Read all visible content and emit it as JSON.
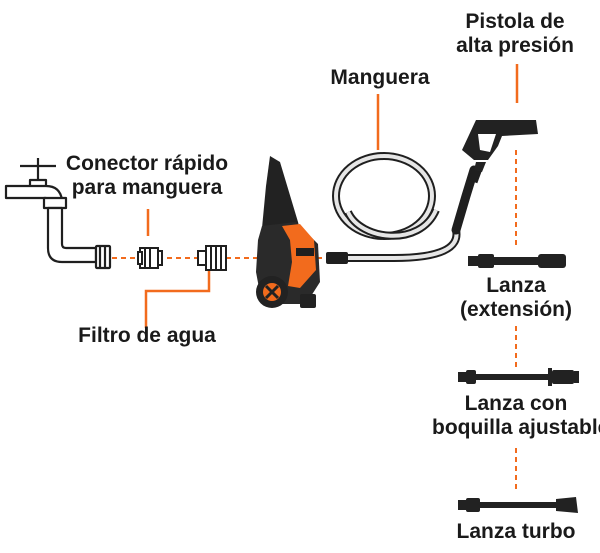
{
  "colors": {
    "accent": "#f26b1d",
    "outline": "#1f1f1f",
    "dark": "#222222",
    "light_gray": "#e6e6e6",
    "background": "#ffffff"
  },
  "labels": {
    "pistola": [
      "Pistola de",
      "alta presión"
    ],
    "manguera": "Manguera",
    "conector": [
      "Conector rápido",
      "para manguera"
    ],
    "filtro": "Filtro de agua",
    "lanza_extension": [
      "Lanza",
      "(extensión)"
    ],
    "lanza_boquilla": [
      "Lanza con",
      "boquilla ajustable"
    ],
    "lanza_turbo": "Lanza turbo"
  },
  "icons": {
    "faucet": "faucet-icon",
    "connector": "quick-connector-icon",
    "filter": "water-filter-icon",
    "washer": "pressure-washer-icon",
    "hose": "hose-icon",
    "gun": "spray-gun-icon",
    "lance1": "lance-extension-icon",
    "lance2": "adjustable-lance-icon",
    "lance3": "turbo-lance-icon"
  }
}
